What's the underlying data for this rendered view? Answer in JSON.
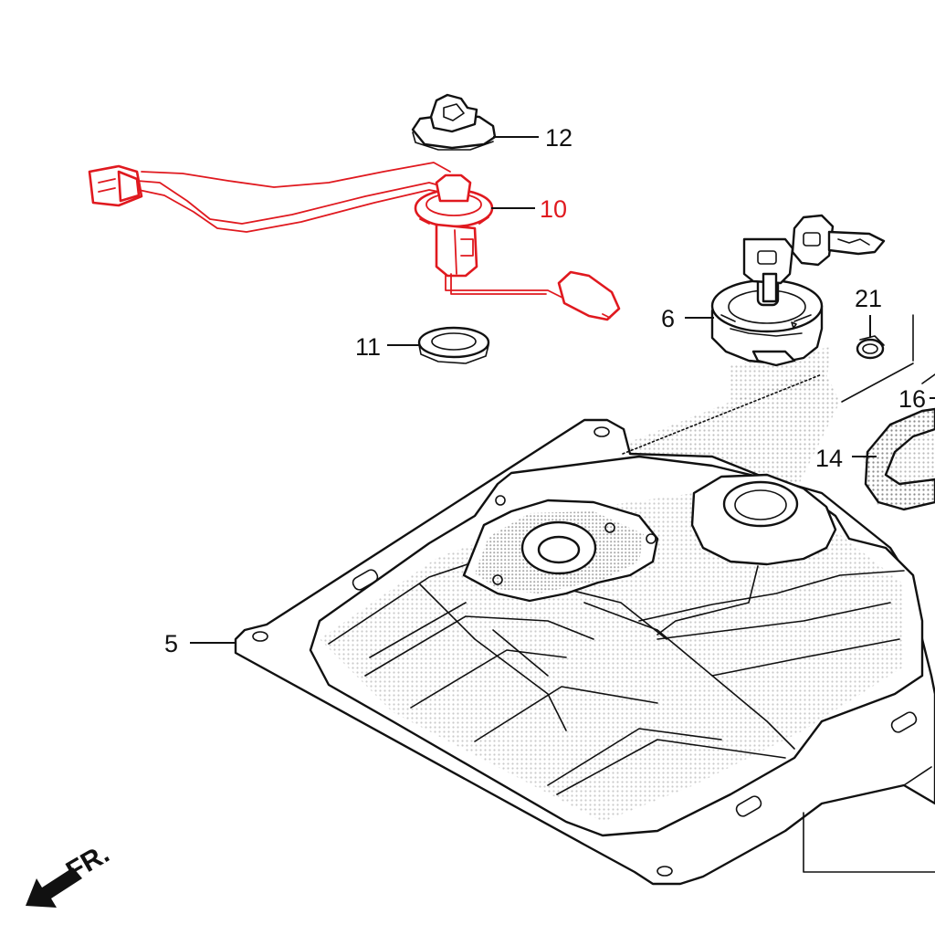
{
  "colors": {
    "highlight": "#e0191f",
    "line": "#111111",
    "stipple": "#9a9a9a"
  },
  "callouts": {
    "c5": "5",
    "c6": "6",
    "c10": "10",
    "c11": "11",
    "c12": "12",
    "c14": "14",
    "c16": "16",
    "c21": "21"
  },
  "direction_label": "FR."
}
